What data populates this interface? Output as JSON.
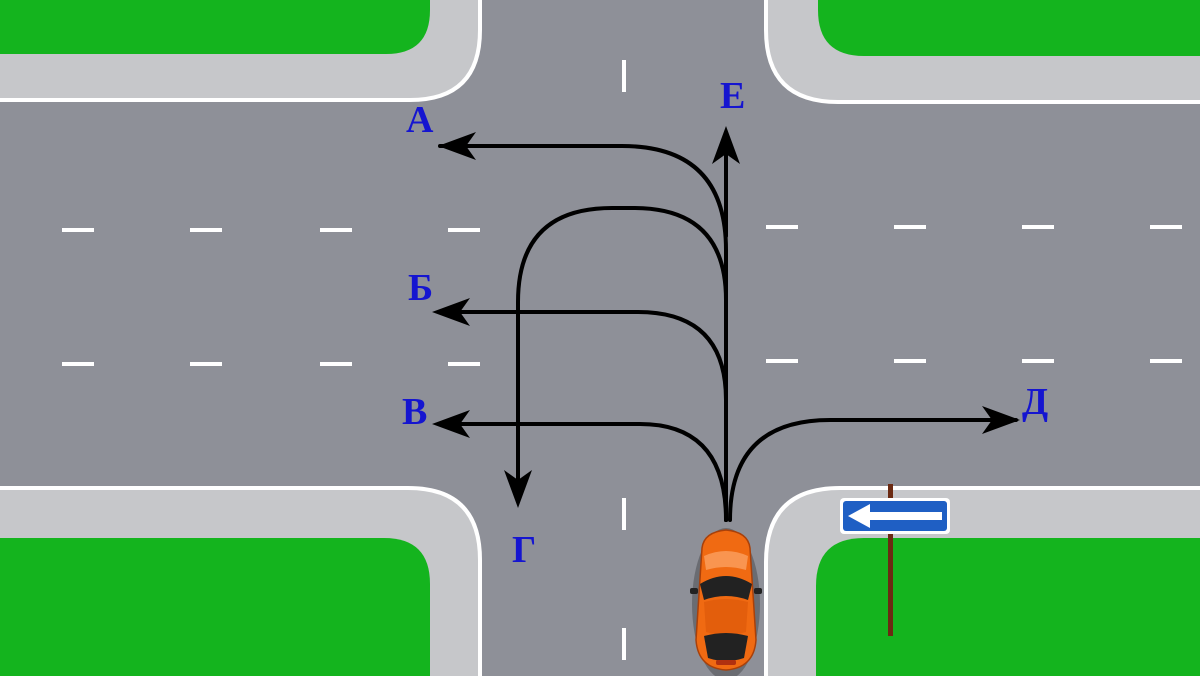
{
  "scene": {
    "description_type": "intersection-maneuver-diagram",
    "colors": {
      "grass": "#14b41e",
      "sidewalk": "#c6c7ca",
      "curb": "#ffffff",
      "road": "#8e9098",
      "lane_marking": "#ffffff",
      "arrow": "#000000",
      "label": "#1515d0",
      "car": "#f06a12",
      "sign": "#1f5fc4",
      "sign_post": "#6b2a12"
    }
  },
  "labels": {
    "a": "А",
    "b": "Б",
    "v": "В",
    "g": "Г",
    "d": "Д",
    "e": "Е"
  },
  "sign": {
    "type": "one-way-road",
    "icon": "arrow-left-icon"
  },
  "vehicle": {
    "type": "car",
    "color": "orange",
    "heading": "north"
  }
}
